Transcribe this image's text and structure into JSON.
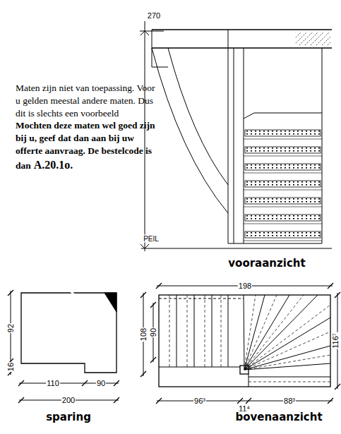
{
  "diagram": {
    "labels": [
      "270",
      "Maten zijn niet van toepassing. Voor u gelden meestal andere maten. Dus dit is slechts een voorbeeld",
      "Mochten deze maten wel goed zijn bij u, geef dat dan aan bij uw offerte aanvraag. De bestelcode is dan",
      "A.20.1o.",
      "PEIL",
      "vooraanzicht",
      "92",
      "16",
      "110",
      "90",
      "200",
      "sparing",
      "198",
      "108",
      "90",
      "116⁷",
      "96³",
      "11⁴",
      "88³",
      "bovenaanzicht"
    ]
  }
}
